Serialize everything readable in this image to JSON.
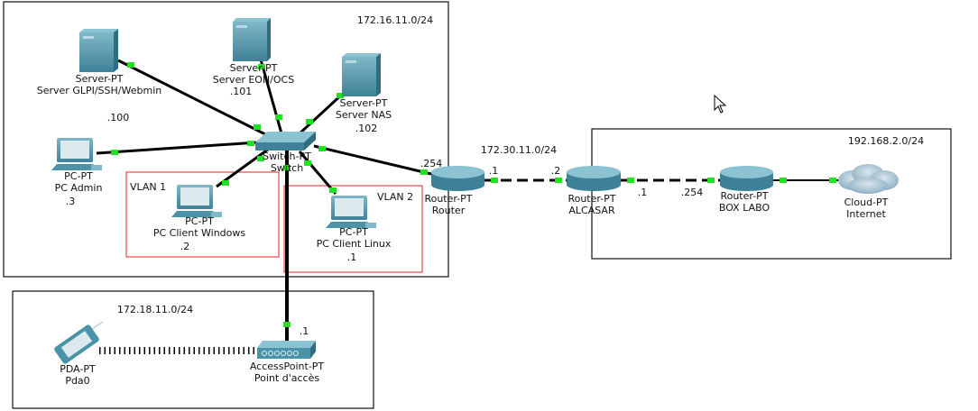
{
  "colors": {
    "link": "#000000",
    "port": "#22e022",
    "vlan_box": "#e02020",
    "zone_box": "#111111",
    "device": "#4a93a8"
  },
  "zones": {
    "lan": "172.16.11.0/24",
    "wan": "172.30.11.0/24",
    "labo": "192.168.2.0/24",
    "wifi": "172.18.11.0/24"
  },
  "vlans": {
    "vlan1": "VLAN 1",
    "vlan2": "VLAN 2"
  },
  "devices": {
    "server_glpi": {
      "type": "Server-PT",
      "name": "Server GLPI/SSH/Webmin",
      "ip": ".100",
      "icon": "server-icon"
    },
    "server_eon": {
      "type": "Server-PT",
      "name": "Server EON/OCS",
      "ip": ".101",
      "icon": "server-icon"
    },
    "server_nas": {
      "type": "Server-PT",
      "name": "Server NAS",
      "ip": ".102",
      "icon": "server-icon"
    },
    "switch": {
      "type": "Switch-PT",
      "name": "Switch",
      "icon": "switch-icon"
    },
    "pc_admin": {
      "type": "PC-PT",
      "name": "PC Admin",
      "ip": ".3",
      "icon": "pc-icon"
    },
    "pc_windows": {
      "type": "PC-PT",
      "name": "PC Client Windows",
      "ip": ".2",
      "icon": "pc-icon"
    },
    "pc_linux": {
      "type": "PC-PT",
      "name": "PC Client Linux",
      "ip": ".1",
      "icon": "pc-icon"
    },
    "router": {
      "type": "Router-PT",
      "name": "Router",
      "ip_lan": ".254",
      "ip_wan": ".1",
      "icon": "router-icon"
    },
    "alcasar": {
      "type": "Router-PT",
      "name": "ALCASAR",
      "ip_wan": ".2",
      "ip_labo": ".1",
      "icon": "router-icon"
    },
    "box_labo": {
      "type": "Router-PT",
      "name": "BOX LABO",
      "ip": ".254",
      "icon": "router-icon"
    },
    "cloud": {
      "type": "Cloud-PT",
      "name": "Internet",
      "icon": "cloud-icon"
    },
    "ap": {
      "type": "AccessPoint-PT",
      "name": "Point d'accès",
      "ip": ".1",
      "icon": "access-point-icon"
    },
    "pda": {
      "type": "PDA-PT",
      "name": "Pda0",
      "icon": "pda-icon"
    }
  }
}
